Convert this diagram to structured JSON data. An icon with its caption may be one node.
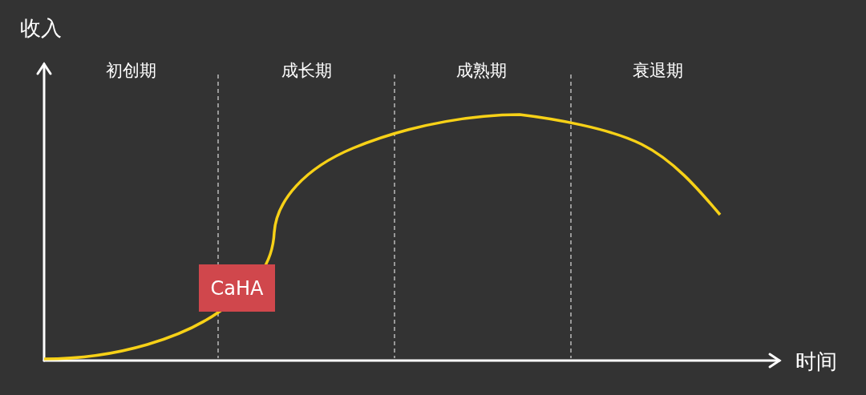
{
  "diagram": {
    "nodes": [
      {
        "text": [
          "CaHA"
        ]
      }
    ],
    "labels": [
      "收入",
      "初创期",
      "成长期",
      "成熟期",
      "衰退期",
      "时间"
    ]
  }
}
